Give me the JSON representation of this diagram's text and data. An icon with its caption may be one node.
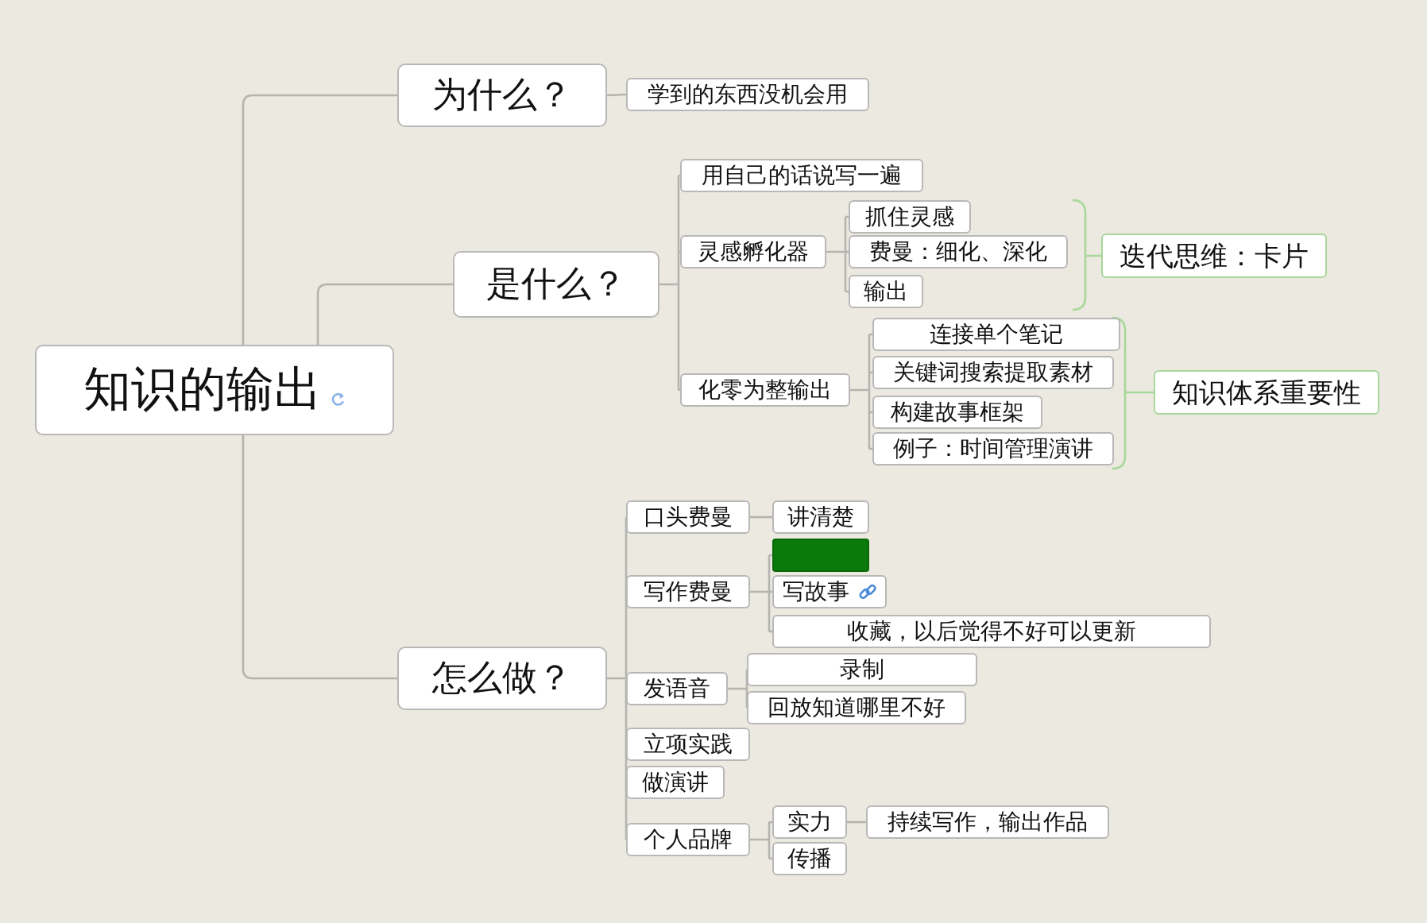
{
  "diagram": {
    "nodes": [
      {
        "text": [
          "知识的输出"
        ]
      },
      {
        "text": [
          "为什么？"
        ]
      },
      {
        "text": [
          "学到的东西没机会用"
        ]
      },
      {
        "text": [
          "是什么？"
        ]
      },
      {
        "text": [
          "用自己的话说写一遍"
        ]
      },
      {
        "text": [
          "灵感孵化器"
        ]
      },
      {
        "text": [
          "抓住灵感"
        ]
      },
      {
        "text": [
          "费曼：细化、深化"
        ]
      },
      {
        "text": [
          "输出"
        ]
      },
      {
        "text": [
          "化零为整输出"
        ]
      },
      {
        "text": [
          "连接单个笔记"
        ]
      },
      {
        "text": [
          "关键词搜索提取素材"
        ]
      },
      {
        "text": [
          "构建故事框架"
        ]
      },
      {
        "text": [
          "例子：时间管理演讲"
        ]
      },
      {
        "text": [
          "迭代思维：卡片"
        ]
      },
      {
        "text": [
          "知识体系重要性"
        ]
      },
      {
        "text": [
          "怎么做？"
        ]
      },
      {
        "text": [
          "口头费曼"
        ]
      },
      {
        "text": [
          "讲清楚"
        ]
      },
      {
        "text": [
          "写作费曼"
        ]
      },
      {
        "text": [],
        "shape": "box"
      },
      {
        "text": [
          "写故事"
        ]
      },
      {
        "text": [
          "收藏，以后觉得不好可以更新"
        ]
      },
      {
        "text": [
          "发语音"
        ]
      },
      {
        "text": [
          "录制"
        ]
      },
      {
        "text": [
          "回放知道哪里不好"
        ]
      },
      {
        "text": [
          "立项实践"
        ]
      },
      {
        "text": [
          "做演讲"
        ]
      },
      {
        "text": [
          "个人品牌"
        ]
      },
      {
        "text": [
          "实力"
        ]
      },
      {
        "text": [
          "持续写作，输出作品"
        ]
      },
      {
        "text": [
          "传播"
        ]
      }
    ],
    "edges": [
      {
        "from": 0,
        "to": 1,
        "arrow": "none"
      },
      {
        "from": 0,
        "to": 3,
        "arrow": "none"
      },
      {
        "from": 0,
        "to": 16,
        "arrow": "none"
      },
      {
        "from": 1,
        "to": 2,
        "arrow": "none"
      },
      {
        "from": 3,
        "to": 4,
        "arrow": "none"
      },
      {
        "from": 3,
        "to": 5,
        "arrow": "none"
      },
      {
        "from": 3,
        "to": 9,
        "arrow": "none"
      },
      {
        "from": 5,
        "to": 6,
        "arrow": "none"
      },
      {
        "from": 5,
        "to": 7,
        "arrow": "none"
      },
      {
        "from": 5,
        "to": 8,
        "arrow": "none"
      },
      {
        "from": 9,
        "to": 10,
        "arrow": "none"
      },
      {
        "from": 9,
        "to": 11,
        "arrow": "none"
      },
      {
        "from": 9,
        "to": 12,
        "arrow": "none"
      },
      {
        "from": 9,
        "to": 13,
        "arrow": "none"
      },
      {
        "from": 16,
        "to": 17,
        "arrow": "none"
      },
      {
        "from": 16,
        "to": 19,
        "arrow": "none"
      },
      {
        "from": 16,
        "to": 23,
        "arrow": "none"
      },
      {
        "from": 16,
        "to": 26,
        "arrow": "none"
      },
      {
        "from": 16,
        "to": 27,
        "arrow": "none"
      },
      {
        "from": 16,
        "to": 28,
        "arrow": "none"
      },
      {
        "from": 17,
        "to": 18,
        "arrow": "none"
      },
      {
        "from": 19,
        "to": 20,
        "arrow": "none"
      },
      {
        "from": 19,
        "to": 21,
        "arrow": "none"
      },
      {
        "from": 19,
        "to": 22,
        "arrow": "none"
      },
      {
        "from": 23,
        "to": 24,
        "arrow": "none"
      },
      {
        "from": 23,
        "to": 25,
        "arrow": "none"
      },
      {
        "from": 28,
        "to": 29,
        "arrow": "none"
      },
      {
        "from": 28,
        "to": 31,
        "arrow": "none"
      },
      {
        "from": 29,
        "to": 30,
        "arrow": "none"
      }
    ]
  }
}
